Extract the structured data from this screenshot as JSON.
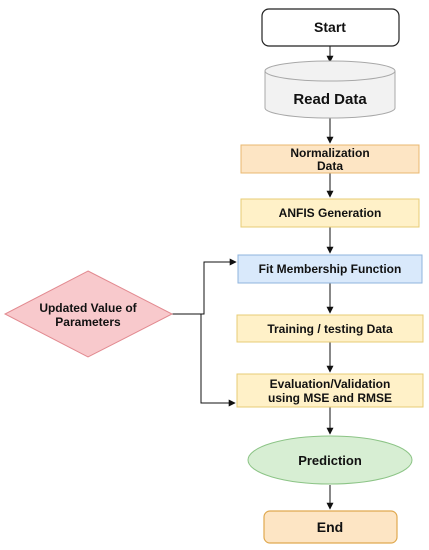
{
  "nodes": {
    "start": {
      "text": "Start",
      "fill": "#ffffff",
      "stroke": "#222222"
    },
    "read_data": {
      "text": "Read Data",
      "fill": "#f2f2f2",
      "stroke": "#a8a8a8"
    },
    "normalization": {
      "lines": [
        "Normalization",
        "Data"
      ],
      "fill": "#fde5c4",
      "stroke": "#e9b870"
    },
    "anfis": {
      "text": "ANFIS Generation",
      "fill": "#fff1c8",
      "stroke": "#e7cc76"
    },
    "fit_membership": {
      "text": "Fit Membership Function",
      "fill": "#d9e9fb",
      "stroke": "#8fb4de"
    },
    "training": {
      "text": "Training / testing Data",
      "fill": "#fff1c8",
      "stroke": "#e7cc76"
    },
    "evaluation": {
      "lines": [
        "Evaluation/Validation",
        "using MSE and RMSE"
      ],
      "fill": "#fff1c8",
      "stroke": "#e7cc76"
    },
    "prediction": {
      "text": "Prediction",
      "fill": "#d7eed3",
      "stroke": "#8cc486"
    },
    "end": {
      "text": "End",
      "fill": "#fde5c4",
      "stroke": "#e0a94f"
    },
    "updated_params": {
      "lines": [
        "Updated Value of",
        "Parameters"
      ],
      "fill": "#f8c9cc",
      "stroke": "#e28a90"
    }
  },
  "edge_color": "#111111"
}
